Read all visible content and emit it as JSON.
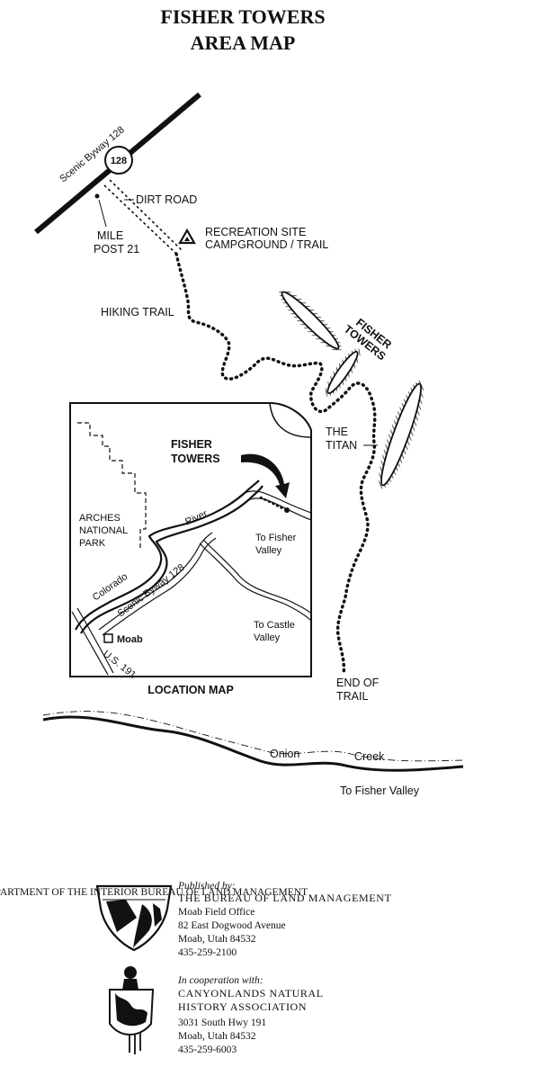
{
  "title": {
    "line1": "FISHER TOWERS",
    "line2": "AREA MAP"
  },
  "labels": {
    "scenic_byway": "Scenic Byway 128",
    "route_shield": "128",
    "dirt_road": "DIRT ROAD",
    "mile_post_1": "MILE",
    "mile_post_2": "POST 21",
    "rec_site_1": "RECREATION SITE",
    "rec_site_2": "CAMPGROUND / TRAIL",
    "hiking_trail": "HIKING TRAIL",
    "fisher_towers_1": "FISHER",
    "fisher_towers_2": "TOWERS",
    "titan_1": "THE",
    "titan_2": "TITAN",
    "end_trail_1": "END OF",
    "end_trail_2": "TRAIL",
    "onion": "Onion",
    "creek": "Creek",
    "to_fisher_valley": "To Fisher Valley"
  },
  "inset": {
    "caption": "LOCATION MAP",
    "fisher_towers_1": "FISHER",
    "fisher_towers_2": "TOWERS",
    "arches_1": "ARCHES",
    "arches_2": "NATIONAL",
    "arches_3": "PARK",
    "river_colorado": "Colorado",
    "river_river": "River",
    "scenic_byway": "Scenic Byway 128",
    "to_fisher_1": "To Fisher",
    "to_fisher_2": "Valley",
    "to_castle_1": "To Castle",
    "to_castle_2": "Valley",
    "moab": "Moab",
    "us191": "U.S. 191"
  },
  "publisher": {
    "heading": "Published by:",
    "org": "THE BUREAU OF LAND MANAGEMENT",
    "office": "Moab Field Office",
    "street": "82 East Dogwood Avenue",
    "city": "Moab, Utah 84532",
    "phone": "435-259-2100",
    "logo_text": "U.S. DEPARTMENT OF THE INTERIOR BUREAU OF LAND MANAGEMENT"
  },
  "cooperator": {
    "heading": "In cooperation with:",
    "org_1": "CANYONLANDS NATURAL",
    "org_2": "HISTORY ASSOCIATION",
    "street": "3031 South Hwy 191",
    "city": "Moab, Utah 84532",
    "phone": "435-259-6003"
  }
}
